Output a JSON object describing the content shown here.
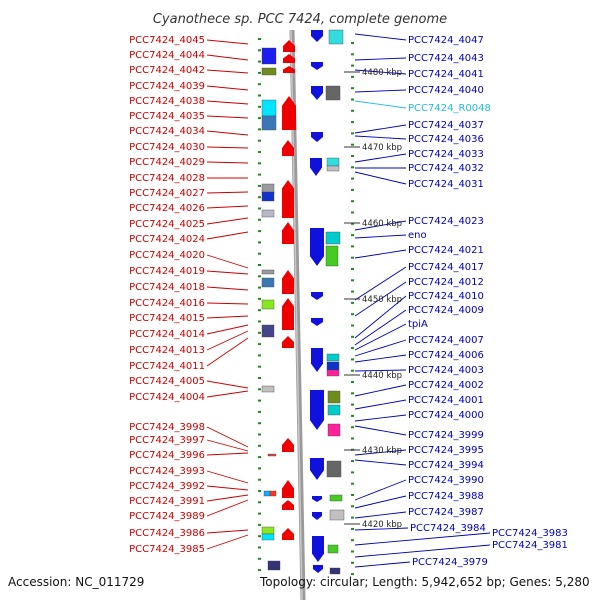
{
  "title": "Cyanothece sp. PCC 7424, complete genome",
  "footer": {
    "accession": "Accession: NC_011729",
    "topology": "Topology: circular; Length: 5,942,652 bp; Genes: 5,280"
  },
  "colors": {
    "left_label": "#cc0000",
    "right_label": "#0000bb",
    "rna_label": "#22bbdd",
    "backbone": "#888888",
    "tick": "#228822"
  },
  "scale_marks": [
    "4480 kbp",
    "4470 kbp",
    "4460 kbp",
    "4450 kbp",
    "4440 kbp",
    "4430 kbp",
    "4420 kbp"
  ],
  "left_labels": [
    "PCC7424_4045",
    "PCC7424_4044",
    "PCC7424_4042",
    "PCC7424_4039",
    "PCC7424_4038",
    "PCC7424_4035",
    "PCC7424_4034",
    "PCC7424_4030",
    "PCC7424_4029",
    "PCC7424_4028",
    "PCC7424_4027",
    "PCC7424_4026",
    "PCC7424_4025",
    "PCC7424_4024",
    "PCC7424_4020",
    "PCC7424_4019",
    "PCC7424_4018",
    "PCC7424_4016",
    "PCC7424_4015",
    "PCC7424_4014",
    "PCC7424_4013",
    "PCC7424_4011",
    "PCC7424_4005",
    "PCC7424_4004",
    "PCC7424_3998",
    "PCC7424_3997",
    "PCC7424_3996",
    "PCC7424_3993",
    "PCC7424_3992",
    "PCC7424_3991",
    "PCC7424_3989",
    "PCC7424_3986",
    "PCC7424_3985"
  ],
  "right_labels": [
    "PCC7424_4047",
    "PCC7424_4043",
    "PCC7424_4041",
    "PCC7424_4040",
    "PCC7424_R0048",
    "PCC7424_4037",
    "PCC7424_4036",
    "PCC7424_4033",
    "PCC7424_4032",
    "PCC7424_4031",
    "PCC7424_4023",
    "eno",
    "PCC7424_4021",
    "PCC7424_4017",
    "PCC7424_4012",
    "PCC7424_4010",
    "PCC7424_4009",
    "tpiA",
    "PCC7424_4007",
    "PCC7424_4006",
    "PCC7424_4003",
    "PCC7424_4002",
    "PCC7424_4001",
    "PCC7424_4000",
    "PCC7424_3999",
    "PCC7424_3995",
    "PCC7424_3994",
    "PCC7424_3990",
    "PCC7424_3988",
    "PCC7424_3987",
    "PCC7424_3984",
    "PCC7424_3983",
    "PCC7424_3981",
    "PCC7424_3979"
  ],
  "rna_label": "PCC7424_R0048"
}
